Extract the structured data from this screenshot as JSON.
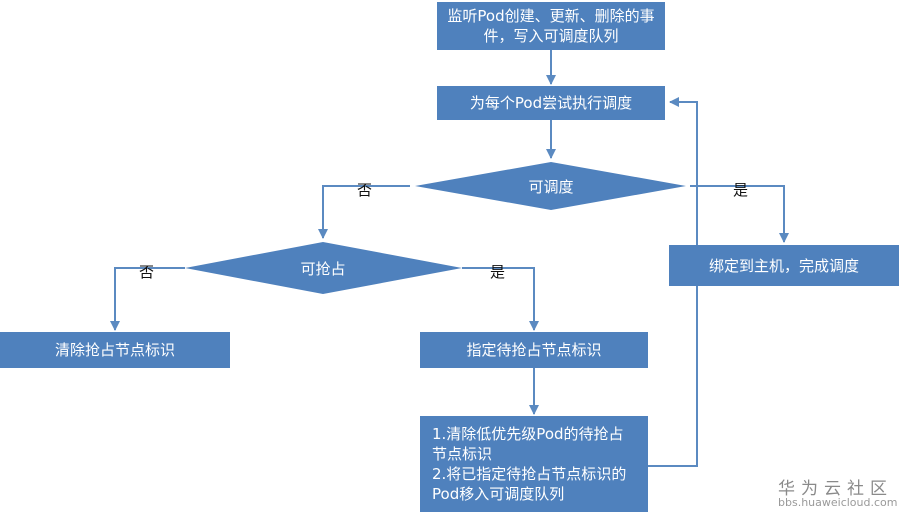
{
  "nodes": {
    "watch": "监听Pod创建、更新、删除的事件，写入可调度队列",
    "try_schedule": "为每个Pod尝试执行调度",
    "schedulable": "可调度",
    "preemptible": "可抢占",
    "bind": "绑定到主机，完成调度",
    "clear_preempt": "清除抢占节点标识",
    "set_preempt": "指定待抢占节点标识",
    "final_line1": "1.清除低优先级Pod的待抢占节点标识",
    "final_line2": "2.将已指定待抢占节点标识的Pod移入可调度队列"
  },
  "edge_labels": {
    "schedulable_no": "否",
    "schedulable_yes": "是",
    "preemptible_no": "否",
    "preemptible_yes": "是"
  },
  "watermark": {
    "brand": "华为云社区",
    "url": "bbs.huaweicloud.com"
  },
  "colors": {
    "box_fill": "#4f81bd",
    "arrow": "#5b8ac1",
    "box_text": "#ffffff"
  }
}
